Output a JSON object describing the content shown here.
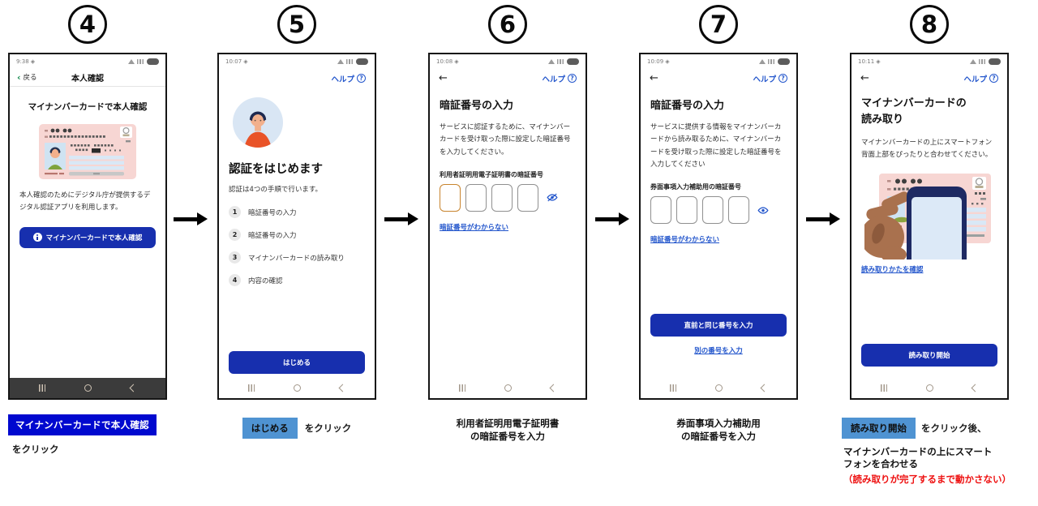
{
  "colors": {
    "primary_button_blue": "#172fae",
    "link_blue": "#2356cc",
    "caption_primary_bg": "#0008cf",
    "caption_highlight_bg": "#4f93d2",
    "warning_red": "#ee1010",
    "card_pink": "#f7d6d3",
    "back_chevron_green": "#168a4e"
  },
  "step4": {
    "number": "4",
    "status_time": "9:38",
    "back_label": "戻る",
    "title": "本人確認",
    "heading": "マイナンバーカードで本人確認",
    "body": "本人確認のためにデジタル庁が提供するデジタル認証アプリを利用します。",
    "primary_button": "マイナンバーカードで本人確認",
    "caption_highlight": "マイナンバーカードで本人確認",
    "caption_text": "をクリック"
  },
  "step5": {
    "number": "5",
    "status_time": "10:07",
    "help_label": "ヘルプ",
    "heading": "認証をはじめます",
    "subtext": "認証は4つの手順で行います。",
    "steps": [
      {
        "num": "1",
        "label": "暗証番号の入力"
      },
      {
        "num": "2",
        "label": "暗証番号の入力"
      },
      {
        "num": "3",
        "label": "マイナンバーカードの読み取り"
      },
      {
        "num": "4",
        "label": "内容の確認"
      }
    ],
    "primary_button": "はじめる",
    "caption_highlight": "はじめる",
    "caption_text": "をクリック"
  },
  "step6": {
    "number": "6",
    "status_time": "10:08",
    "help_label": "ヘルプ",
    "heading": "暗証番号の入力",
    "body": "サービスに認証するために、マイナンバーカードを受け取った際に設定した暗証番号を入力してください。",
    "pin_label": "利用者証明用電子証明書の暗証番号",
    "link": "暗証番号がわからない",
    "caption_line1": "利用者証明用電子証明書",
    "caption_line2": "の暗証番号を入力"
  },
  "step7": {
    "number": "7",
    "status_time": "10:09",
    "help_label": "ヘルプ",
    "heading": "暗証番号の入力",
    "body": "サービスに提供する情報をマイナンバーカードから読み取るために、マイナンバーカードを受け取った際に設定した暗証番号を入力してください",
    "pin_label": "券面事項入力補助用の暗証番号",
    "link": "暗証番号がわからない",
    "primary_button": "直前と同じ番号を入力",
    "secondary_link": "別の番号を入力",
    "caption_line1": "券面事項入力補助用",
    "caption_line2": "の暗証番号を入力"
  },
  "step8": {
    "number": "8",
    "status_time": "10:11",
    "help_label": "ヘルプ",
    "heading_line1": "マイナンバーカードの",
    "heading_line2": "読み取り",
    "body": "マイナンバーカードの上にスマートフォン背面上部をぴったりと合わせてください。",
    "link": "読み取りかたを確認",
    "primary_button": "読み取り開始",
    "caption_highlight": "読み取り開始",
    "caption_after": "をクリック後、",
    "caption_line1": "マイナンバーカードの上にスマート",
    "caption_line2": "フォンを合わせる",
    "caption_warning": "（読み取りが完了するまで動かさない）"
  }
}
